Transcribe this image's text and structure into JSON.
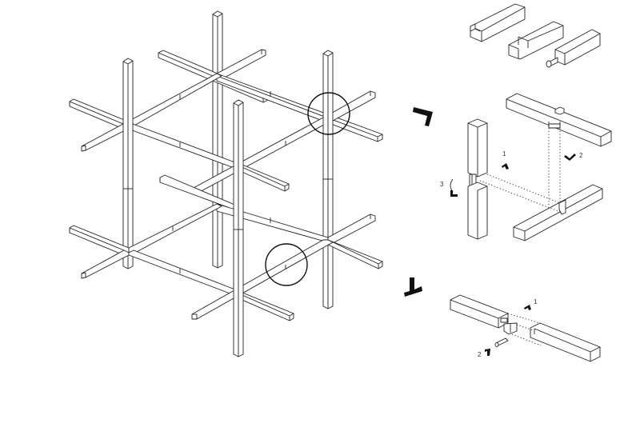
{
  "diagram": {
    "type": "isometric timber lattice with joinery details",
    "colors": {
      "line": "#222222",
      "background": "#ffffff",
      "accent": "#111111"
    },
    "main_structure": {
      "name": "3D grid of square timber members",
      "highlight_circles": [
        {
          "id": "joint-a",
          "label": ""
        },
        {
          "id": "joint-b",
          "label": ""
        }
      ]
    },
    "details": {
      "piece_set": {
        "pieces": [
          "half-lap end",
          "stepped lap end",
          "dowel tenon end"
        ]
      },
      "corner_joint": {
        "steps": [
          {
            "number": "1"
          },
          {
            "number": "2"
          },
          {
            "number": "3"
          }
        ]
      },
      "splice_joint": {
        "steps": [
          {
            "number": "1"
          },
          {
            "number": "2"
          }
        ]
      }
    }
  }
}
